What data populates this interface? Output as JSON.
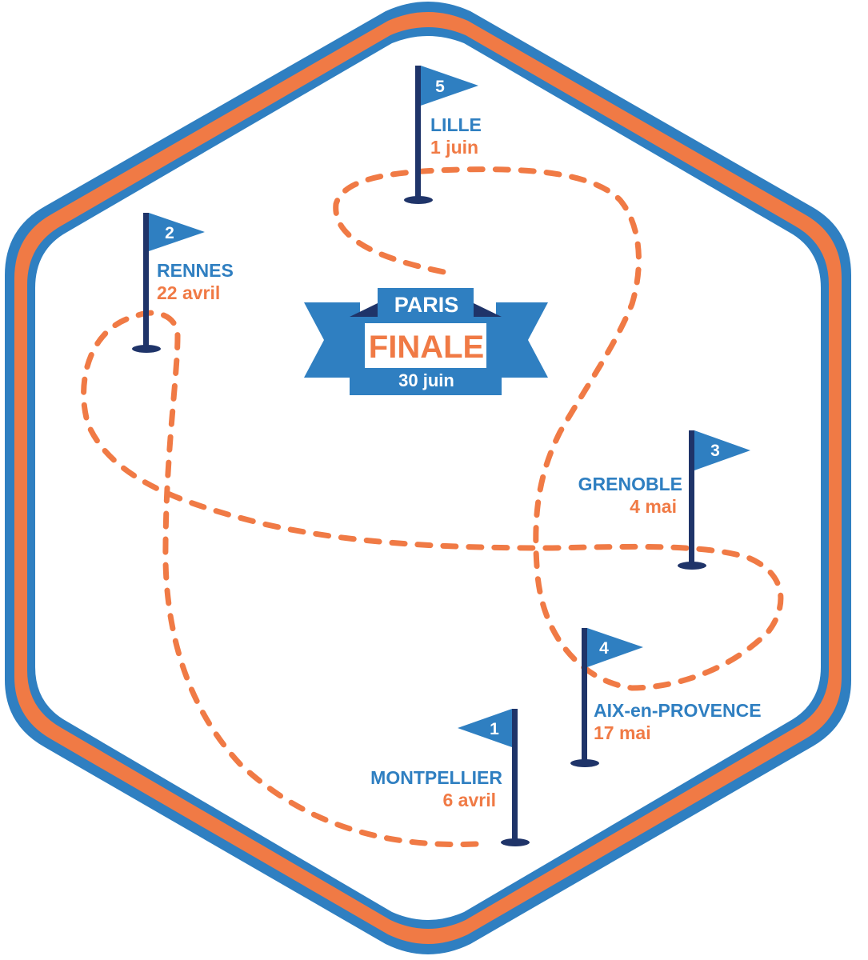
{
  "colors": {
    "blue": "#2f7fc1",
    "orange": "#f07a45",
    "navy": "#1f3469",
    "white": "#ffffff"
  },
  "finale": {
    "city": "PARIS",
    "title": "FINALE",
    "date": "30 juin"
  },
  "stops": [
    {
      "number": "1",
      "city": "MONTPELLIER",
      "date": "6 avril"
    },
    {
      "number": "2",
      "city": "RENNES",
      "date": "22 avril"
    },
    {
      "number": "3",
      "city": "GRENOBLE",
      "date": "4 mai"
    },
    {
      "number": "4",
      "city": "AIX-en-PROVENCE",
      "date": "17 mai"
    },
    {
      "number": "5",
      "city": "LILLE",
      "date": "1 juin"
    }
  ]
}
